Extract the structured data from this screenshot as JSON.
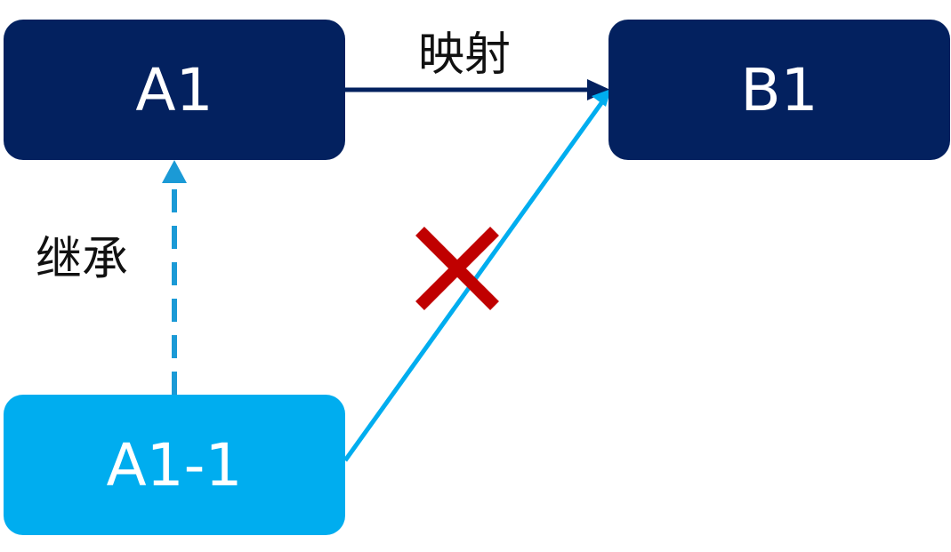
{
  "nodes": {
    "a1": {
      "label": "A1",
      "color": "#03215f"
    },
    "b1": {
      "label": "B1",
      "color": "#03215f"
    },
    "a1_1": {
      "label": "A1-1",
      "color": "#00adef"
    }
  },
  "edges": {
    "mapping": {
      "label": "映射",
      "color": "#03215f"
    },
    "inheritance": {
      "label": "继承",
      "color": "#1b9ad6",
      "style": "dashed"
    },
    "invalid_mapping": {
      "color": "#00adef",
      "marker": "cross",
      "marker_color": "#c00000"
    }
  }
}
